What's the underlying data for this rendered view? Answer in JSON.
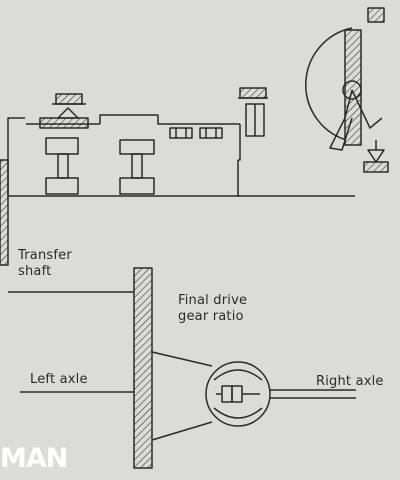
{
  "labels": {
    "transfer_shaft_line1": "Transfer",
    "transfer_shaft_line2": "shaft",
    "final_drive_line1": "Final drive",
    "final_drive_line2": "gear ratio",
    "left_axle": "Left axle",
    "right_axle": "Right axle"
  },
  "watermark": "MAN",
  "colors": {
    "background": "#dcdcd6",
    "ink": "#2a2a2a",
    "watermark": "#ffffff"
  }
}
